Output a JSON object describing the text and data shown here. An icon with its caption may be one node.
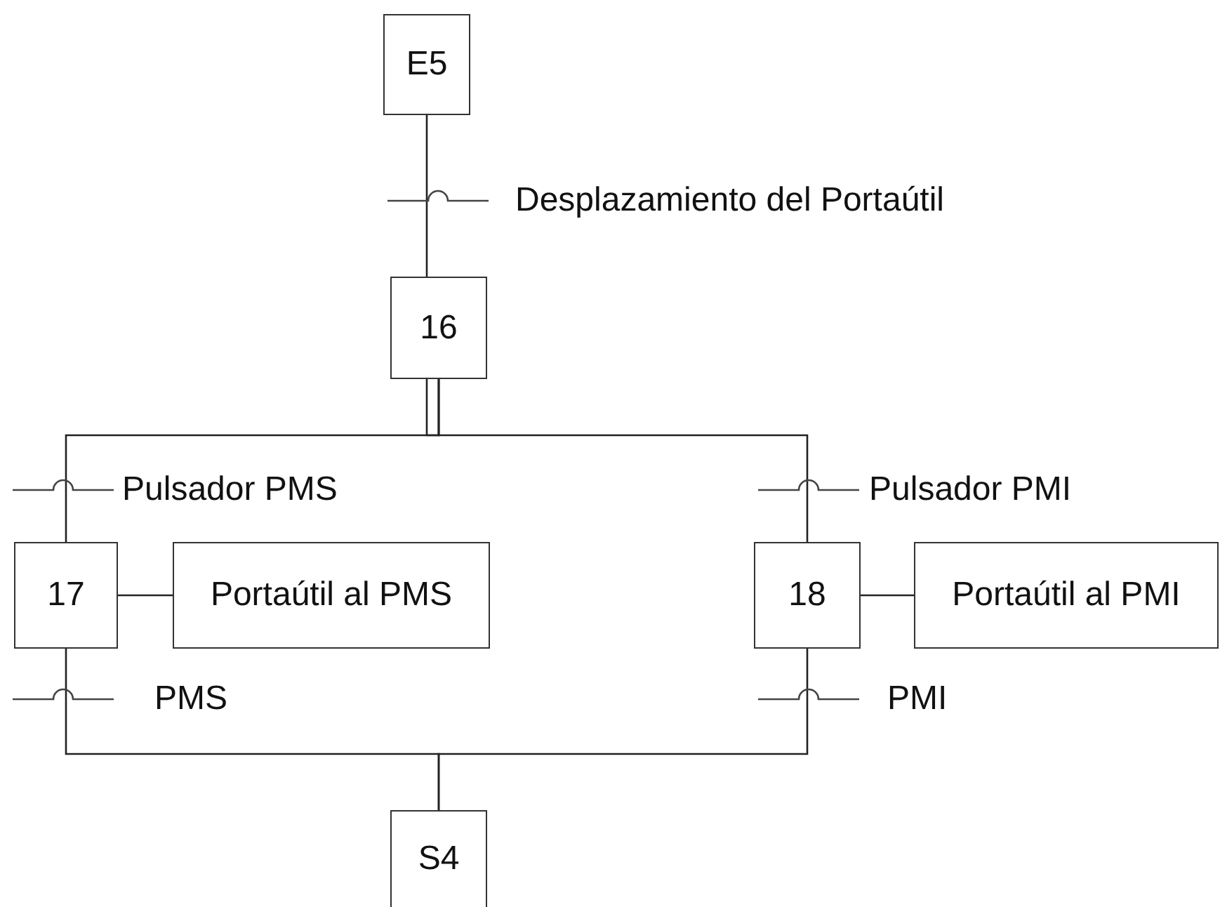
{
  "diagram": {
    "nodes": [
      {
        "text": [
          "E5"
        ]
      },
      {
        "text": [
          "16"
        ]
      },
      {
        "text": [
          "17"
        ]
      },
      {
        "text": [
          "Portaútil al PMS"
        ]
      },
      {
        "text": [
          "18"
        ]
      },
      {
        "text": [
          "Portaútil al PMI"
        ]
      },
      {
        "text": [
          "S4"
        ]
      }
    ],
    "edges": [
      {
        "from": 0,
        "to": 1,
        "arrow": "none",
        "label": "Desplazamiento del Portaútil"
      },
      {
        "from": 1,
        "to": 2,
        "arrow": "none",
        "label": "Pulsador PMS"
      },
      {
        "from": 1,
        "to": 4,
        "arrow": "none",
        "label": "Pulsador PMI"
      },
      {
        "from": 2,
        "to": 6,
        "arrow": "none",
        "label": "PMS"
      },
      {
        "from": 4,
        "to": 6,
        "arrow": "none",
        "label": "PMI"
      },
      {
        "from": 2,
        "to": 3,
        "arrow": "none"
      },
      {
        "from": 4,
        "to": 5,
        "arrow": "none"
      }
    ]
  }
}
